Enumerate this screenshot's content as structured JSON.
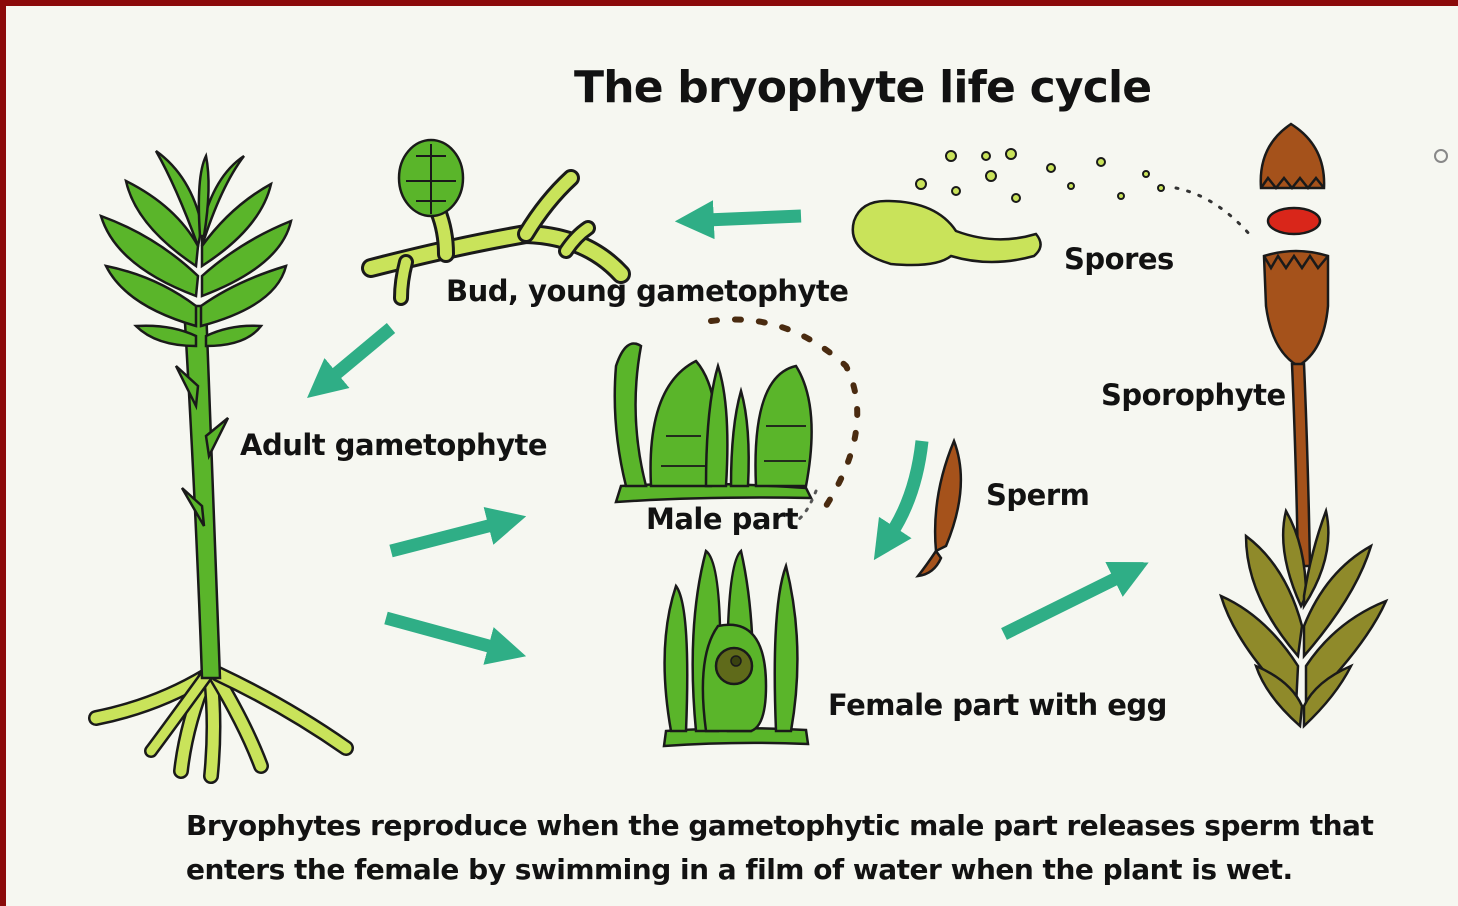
{
  "title": "The bryophyte life cycle",
  "labels": {
    "bud": "Bud, young gametophyte",
    "adult": "Adult gametophyte",
    "spores": "Spores",
    "sporophyte": "Sporophyte",
    "sperm": "Sperm",
    "male": "Male part",
    "female": "Female part with egg"
  },
  "caption": {
    "line1": "Bryophytes reproduce when the gametophytic male part releases sperm that",
    "line2": "enters the female by swimming in a film of water when the plant is wet."
  },
  "colors": {
    "frame": "#8b0a0a",
    "background": "#f6f7f1",
    "arrow": "#2fae86",
    "leaf_green": "#5ab52a",
    "light_green": "#c9e35a",
    "sporophyte_brown": "#a5521b",
    "sporophyte_leaf": "#8f8a2a"
  }
}
